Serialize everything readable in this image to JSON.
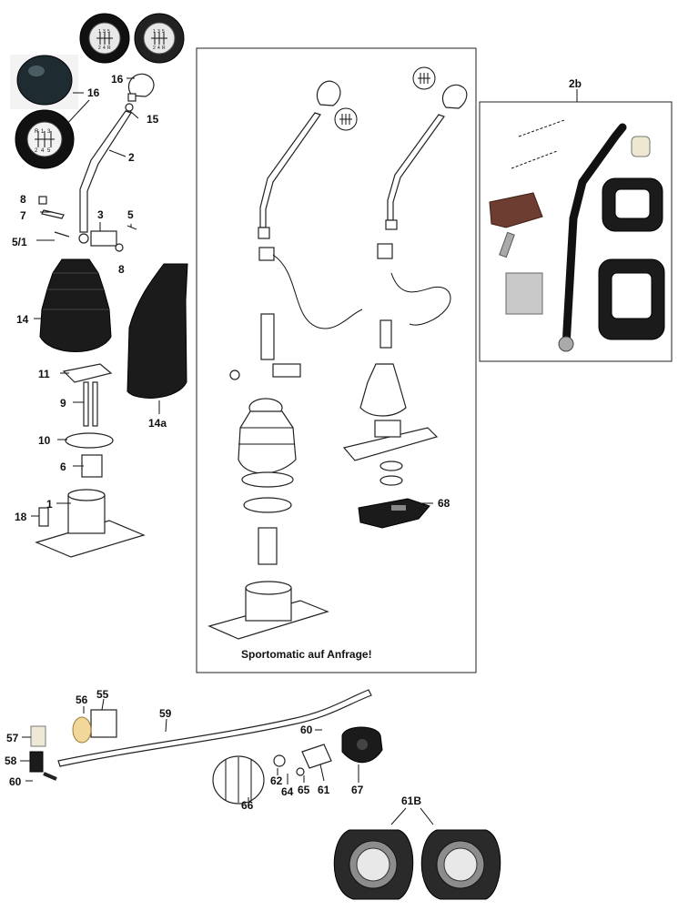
{
  "caption": "Sportomatic auf Anfrage!",
  "labels": {
    "l16a": "16",
    "l16b": "16",
    "l15": "15",
    "l2": "2",
    "l8a": "8",
    "l7": "7",
    "l3": "3",
    "l5": "5",
    "l51": "5/1",
    "l8b": "8",
    "l14": "14",
    "l14a": "14a",
    "l11": "11",
    "l9": "9",
    "l10": "10",
    "l6": "6",
    "l1": "1",
    "l18": "18",
    "l2b": "2b",
    "l68": "68",
    "l56": "56",
    "l55": "55",
    "l59": "59",
    "l57": "57",
    "l58": "58",
    "l60a": "60",
    "l60b": "60",
    "l62": "62",
    "l64": "64",
    "l65": "65",
    "l61": "61",
    "l66": "66",
    "l67": "67",
    "l61B": "61B"
  },
  "knob_patterns": {
    "k1": [
      "1",
      "3",
      "5",
      "2",
      "4",
      "R"
    ],
    "k2": [
      "1",
      "3",
      "5",
      "2",
      "4",
      "R"
    ],
    "k3": [
      "R",
      "1",
      "3",
      "2",
      "4",
      "5"
    ]
  },
  "colors": {
    "ink": "#111111",
    "dark_part": "#1b1b1b",
    "frame": "#222222"
  }
}
